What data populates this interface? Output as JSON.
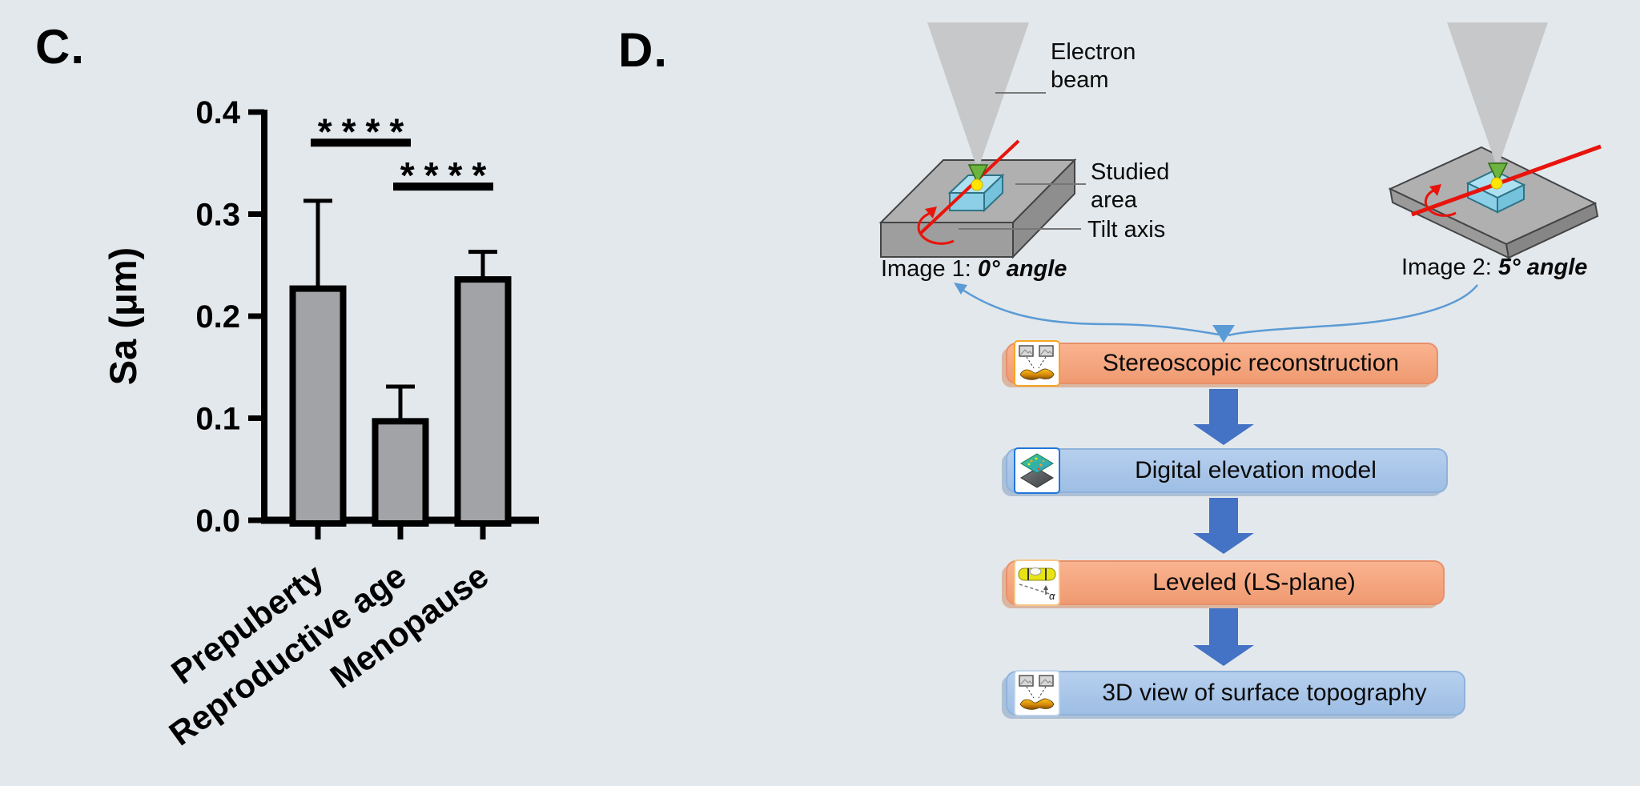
{
  "figure": {
    "background": "#E3E8EC"
  },
  "panels": {
    "c": {
      "label": "C."
    },
    "d": {
      "label": "D.",
      "sem": {
        "labels": {
          "electron_beam_line1": "Electron",
          "electron_beam_line2": "beam",
          "studied_area_line1": "Studied",
          "studied_area_line2": "area",
          "tilt_axis": "Tilt axis",
          "image1_prefix": "Image 1: ",
          "image1_angle": "0° angle",
          "image2_prefix": "Image 2: ",
          "image2_angle": "5° angle"
        },
        "colors": {
          "beam_gray": "#C6C8CA",
          "slab_gray": "#B0B0B0",
          "sample_cyan": "#9FD9EC",
          "tilt_axis_red": "#E8140C",
          "focus_green": "#6CB33F",
          "spot_yellow": "#FFE500"
        }
      },
      "flowchart": {
        "arrow_color": "#4472C4",
        "connector_color": "#5B9BD5",
        "steps": [
          {
            "label": "Stereoscopic reconstruction",
            "icon": "stereo-pair-icon",
            "color": "#F5A47E"
          },
          {
            "label": "Digital elevation model",
            "icon": "dem-layers-icon",
            "color": "#A9C6E8"
          },
          {
            "label": "Leveled (LS-plane)",
            "icon": "spirit-level-icon",
            "color": "#F5A47E"
          },
          {
            "label": "3D view of surface topography",
            "icon": "stereo-pair-icon",
            "color": "#A9C6E8"
          }
        ]
      }
    }
  },
  "chart_data": {
    "type": "bar",
    "title": "",
    "xlabel": "",
    "ylabel": "Sa (μm)",
    "categories": [
      "Prepuberty",
      "Reproductive age",
      "Menopause"
    ],
    "values": [
      0.227,
      0.097,
      0.236
    ],
    "error_upper": [
      0.086,
      0.034,
      0.027
    ],
    "ylim": [
      0.0,
      0.4
    ],
    "yticks": [
      0.0,
      0.1,
      0.2,
      0.3,
      0.4
    ],
    "ytick_labels": [
      "0.0",
      "0.1",
      "0.2",
      "0.3",
      "0.4"
    ],
    "bar_color": "#A1A3A6",
    "bar_border": "#000000",
    "grid": false,
    "legend": null,
    "significance": [
      {
        "from": 0,
        "to": 1,
        "label": "****",
        "y": 0.37
      },
      {
        "from": 1,
        "to": 2,
        "label": "****",
        "y": 0.327
      }
    ]
  }
}
